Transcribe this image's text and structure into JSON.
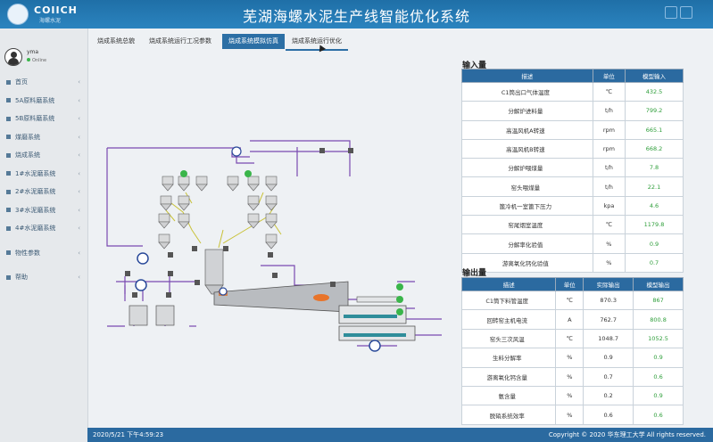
{
  "header": {
    "logo_text": "COIICH",
    "logo_sub": "海螺水泥",
    "title": "芜湖海螺水泥生产线智能优化系统"
  },
  "user": {
    "name": "yma",
    "status": "Online"
  },
  "sidebar": {
    "items": [
      {
        "label": "首页"
      },
      {
        "label": "5A原料磨系统"
      },
      {
        "label": "5B原料磨系统"
      },
      {
        "label": "煤磨系统"
      },
      {
        "label": "烧成系统"
      },
      {
        "label": "1#水泥磨系统"
      },
      {
        "label": "2#水泥磨系统"
      },
      {
        "label": "3#水泥磨系统"
      },
      {
        "label": "4#水泥磨系统"
      },
      {
        "label": "物性参数"
      },
      {
        "label": "帮助"
      }
    ]
  },
  "tabs": [
    {
      "label": "烧成系统总貌"
    },
    {
      "label": "烧成系统运行工况参数"
    },
    {
      "label": "烧成系统模拟仿真"
    },
    {
      "label": "烧成系统运行优化"
    }
  ],
  "input_panel": {
    "title": "输入量",
    "headers": [
      "描述",
      "单位",
      "模型输入"
    ],
    "rows": [
      [
        "C1筒出口气体温度",
        "℃",
        "432.5"
      ],
      [
        "分解炉进料量",
        "t/h",
        "799.2"
      ],
      [
        "高温风机A转速",
        "rpm",
        "665.1"
      ],
      [
        "高温风机B转速",
        "rpm",
        "668.2"
      ],
      [
        "分解炉喂煤量",
        "t/h",
        "7.8"
      ],
      [
        "窑头喂煤量",
        "t/h",
        "22.1"
      ],
      [
        "篦冷机一室篦下压力",
        "kpa",
        "4.6"
      ],
      [
        "窑尾烟室温度",
        "℃",
        "1179.8"
      ],
      [
        "分解率化验值",
        "%",
        "0.9"
      ],
      [
        "游离氧化钙化验值",
        "%",
        "0.7"
      ]
    ]
  },
  "output_panel": {
    "title": "输出量",
    "headers": [
      "描述",
      "单位",
      "实际输出",
      "模型输出"
    ],
    "rows": [
      [
        "C1筒下料管温度",
        "℃",
        "870.3",
        "867"
      ],
      [
        "回转窑主机电流",
        "A",
        "762.7",
        "800.8"
      ],
      [
        "窑头三次风温",
        "℃",
        "1048.7",
        "1052.5"
      ],
      [
        "生料分解率",
        "%",
        "0.9",
        "0.9"
      ],
      [
        "游离氧化钙含量",
        "%",
        "0.7",
        "0.6"
      ],
      [
        "氨含量",
        "%",
        "0.2",
        "0.9"
      ],
      [
        "脱硝系统效率",
        "%",
        "0.6",
        "0.6"
      ]
    ]
  },
  "footer": {
    "time": "2020/5/21 下午4:59:23",
    "copyright": "Copyright © 2020 华东理工大学 All rights reserved."
  },
  "colors": {
    "header": "#2b84bf",
    "accent": "#2c6fa5",
    "pipe": "#7a4ab0",
    "feed": "#c9c23a",
    "value_green": "#2e9e3a"
  }
}
